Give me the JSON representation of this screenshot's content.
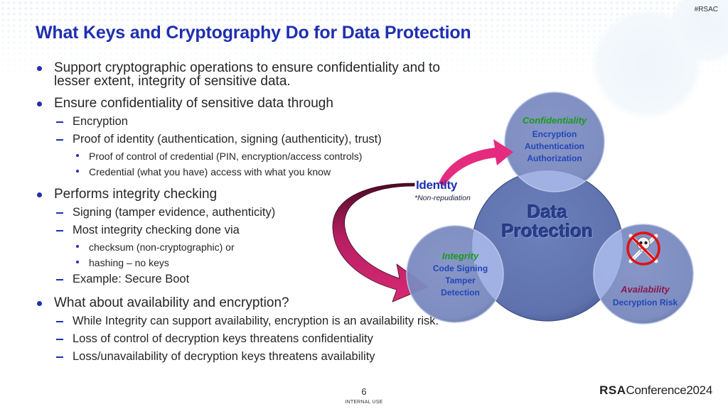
{
  "header": {
    "hashtag": "#RSAC",
    "title": "What Keys and Cryptography Do for Data Protection"
  },
  "bullets": [
    {
      "text_line1": "Support cryptographic operations to ensure confidentiality and to",
      "text_line2": "lesser extent, integrity of sensitive data."
    },
    {
      "text": "Ensure confidentiality of sensitive data through",
      "subitems": [
        {
          "text": "Encryption"
        },
        {
          "text": "Proof of identity (authentication, signing (authenticity), trust)",
          "subitems": [
            {
              "text": "Proof of control of credential (PIN, encryption/access controls)"
            },
            {
              "text": "Credential (what you have) access with what you know"
            }
          ]
        }
      ]
    },
    {
      "text": "Performs integrity checking",
      "subitems": [
        {
          "text": "Signing (tamper evidence, authenticity)"
        },
        {
          "text": "Most integrity checking done via",
          "subitems": [
            {
              "text": "checksum (non-cryptographic) or"
            },
            {
              "text": "hashing – no keys"
            }
          ]
        },
        {
          "text": "Example: Secure Boot"
        }
      ]
    },
    {
      "text": "What about availability and encryption?",
      "subitems": [
        {
          "text": "While Integrity can support availability, encryption is an availability risk."
        },
        {
          "text": "Loss of control of decryption keys threatens confidentiality"
        },
        {
          "text": "Loss/unavailability of decryption keys threatens availability"
        }
      ]
    }
  ],
  "diagram": {
    "center": {
      "line1": "Data",
      "line2": "Protection"
    },
    "confidentiality": {
      "label": "Confidentiality",
      "items": [
        "Encryption",
        "Authentication",
        "Authorization"
      ]
    },
    "integrity": {
      "label": "Integrity",
      "items": [
        "Code Signing",
        "Tamper",
        "Detection"
      ]
    },
    "availability": {
      "label": "Availability",
      "items": [
        "Decryption Risk"
      ],
      "icon": "no-skull-crossbones-icon"
    },
    "identity": {
      "label": "Identity",
      "note": "*Non-repudiation"
    },
    "colors": {
      "title_blue": "#1f2fb0",
      "circle_fill": "#6a7db5",
      "label_green": "#1a9a1a",
      "label_maroon": "#8a1750",
      "arrow_pink": "#e0287a",
      "arrow_dark": "#5a0e2e"
    }
  },
  "footer": {
    "page_number": "6",
    "classification": "INTERNAL USE",
    "logo_rsa": "RSA",
    "logo_conference": "Conference",
    "logo_year": "2024"
  }
}
